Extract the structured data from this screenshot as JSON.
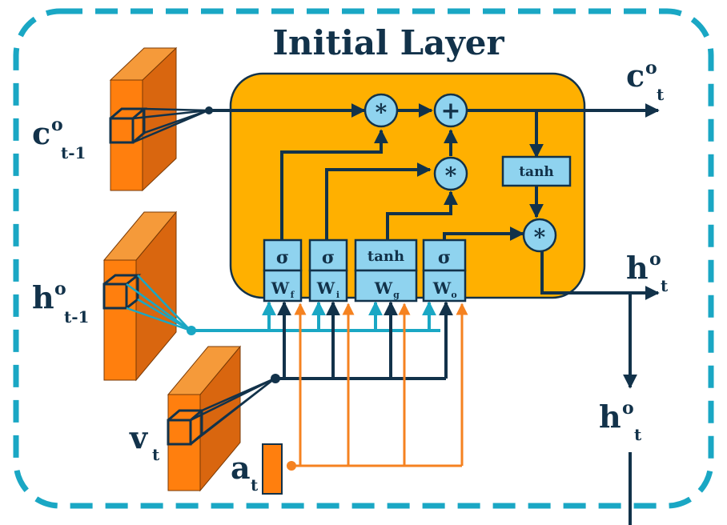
{
  "title": "Initial Layer",
  "cell_state": {
    "prev": {
      "base": "c",
      "sup": "o",
      "sub": "t-1"
    },
    "out": {
      "base": "c",
      "sup": "o",
      "sub": "t"
    }
  },
  "hidden_state": {
    "prev": {
      "base": "h",
      "sup": "o",
      "sub": "t-1"
    },
    "out": {
      "base": "h",
      "sup": "o",
      "sub": "t"
    },
    "below": {
      "base": "h",
      "sup": "o",
      "sub": "t"
    }
  },
  "inputs": {
    "v": {
      "base": "v",
      "sub": "t"
    },
    "a": {
      "base": "a",
      "sub": "t"
    }
  },
  "ops": {
    "multiply": "*",
    "add": "+"
  },
  "tanh_label": "tanh",
  "gates": [
    {
      "act": "σ",
      "w": "W",
      "sub": "f"
    },
    {
      "act": "σ",
      "w": "W",
      "sub": "i"
    },
    {
      "act": "tanh",
      "w": "W",
      "sub": "g"
    },
    {
      "act": "σ",
      "w": "W",
      "sub": "o"
    }
  ],
  "colors": {
    "frame": "#1aa7c4",
    "cell_box": "#ffb000",
    "gate": "#8fd3ef",
    "wire": "#12324a",
    "teal_wire": "#1aa7c4",
    "orange_wire": "#f58220",
    "block_front": "#ff7f0e",
    "block_side": "#d9660f"
  }
}
